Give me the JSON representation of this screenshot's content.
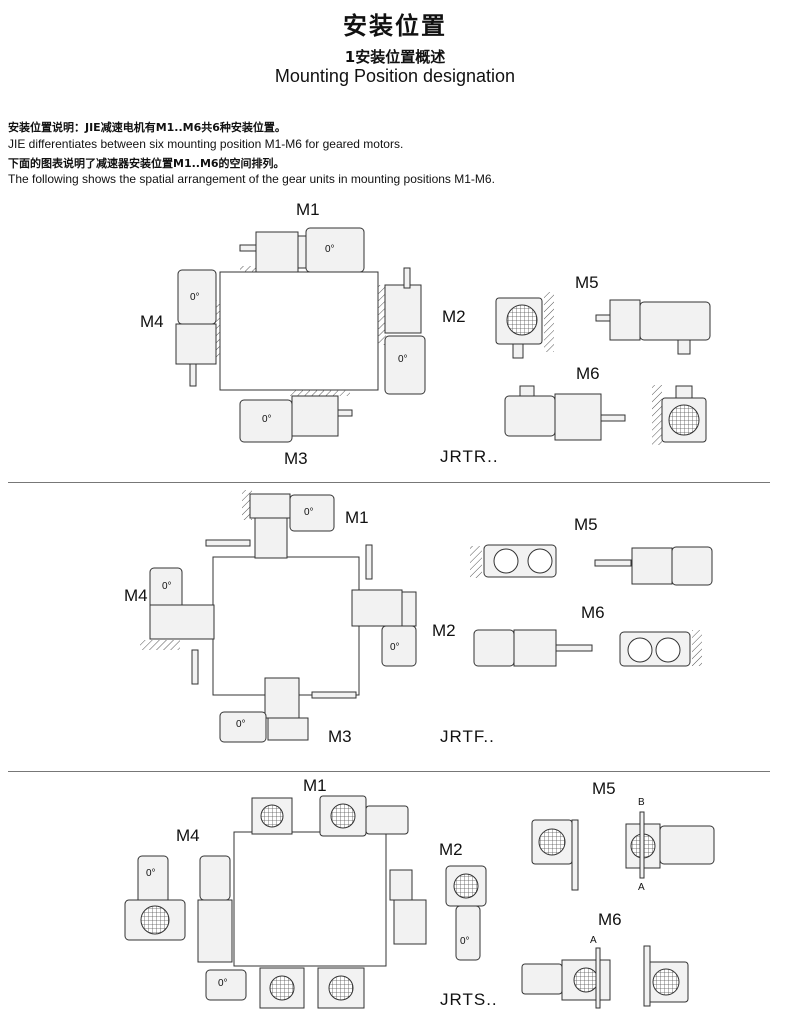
{
  "header": {
    "title_cn": "安装位置",
    "subtitle_cn": "1安装位置概述",
    "subtitle_en": "Mounting Position designation"
  },
  "intro": {
    "line1": "安装位置说明：JIE减速电机有M1..M6共6种安装位置。",
    "line2": "JIE differentiates between six mounting position M1-M6 for geared motors.",
    "line3": "下面的图表说明了减速器安装位置M1..M6的空间排列。",
    "line4": "The following shows the spatial arrangement of the gear units in mounting positions M1-M6."
  },
  "degree": "0°",
  "sections": [
    {
      "series": "JRTR..",
      "m1": "M1",
      "m2": "M2",
      "m3": "M3",
      "m4": "M4",
      "m5": "M5",
      "m6": "M6"
    },
    {
      "series": "JRTF..",
      "m1": "M1",
      "m2": "M2",
      "m3": "M3",
      "m4": "M4",
      "m5": "M5",
      "m6": "M6"
    },
    {
      "series": "JRTS..",
      "m1": "M1",
      "m2": "M2",
      "m4": "M4",
      "m5": "M5",
      "m6": "M6",
      "a": "A",
      "b": "B"
    }
  ]
}
